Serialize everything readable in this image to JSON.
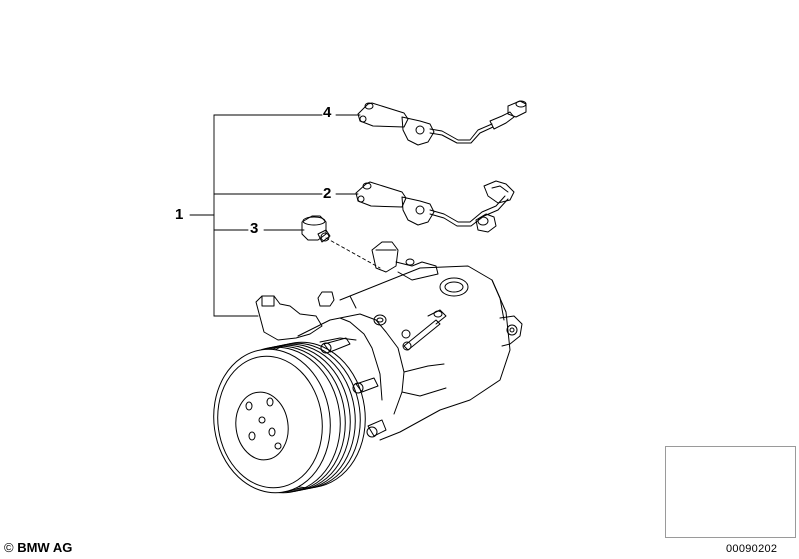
{
  "callouts": {
    "one": "1",
    "two": "2",
    "three": "3",
    "four": "4"
  },
  "footer": {
    "copyright_symbol": "©",
    "copyright_text": "BMW AG",
    "document_number": "00090202"
  },
  "colors": {
    "line": "#000000",
    "thumbnail_line": "#8a8a8a"
  }
}
